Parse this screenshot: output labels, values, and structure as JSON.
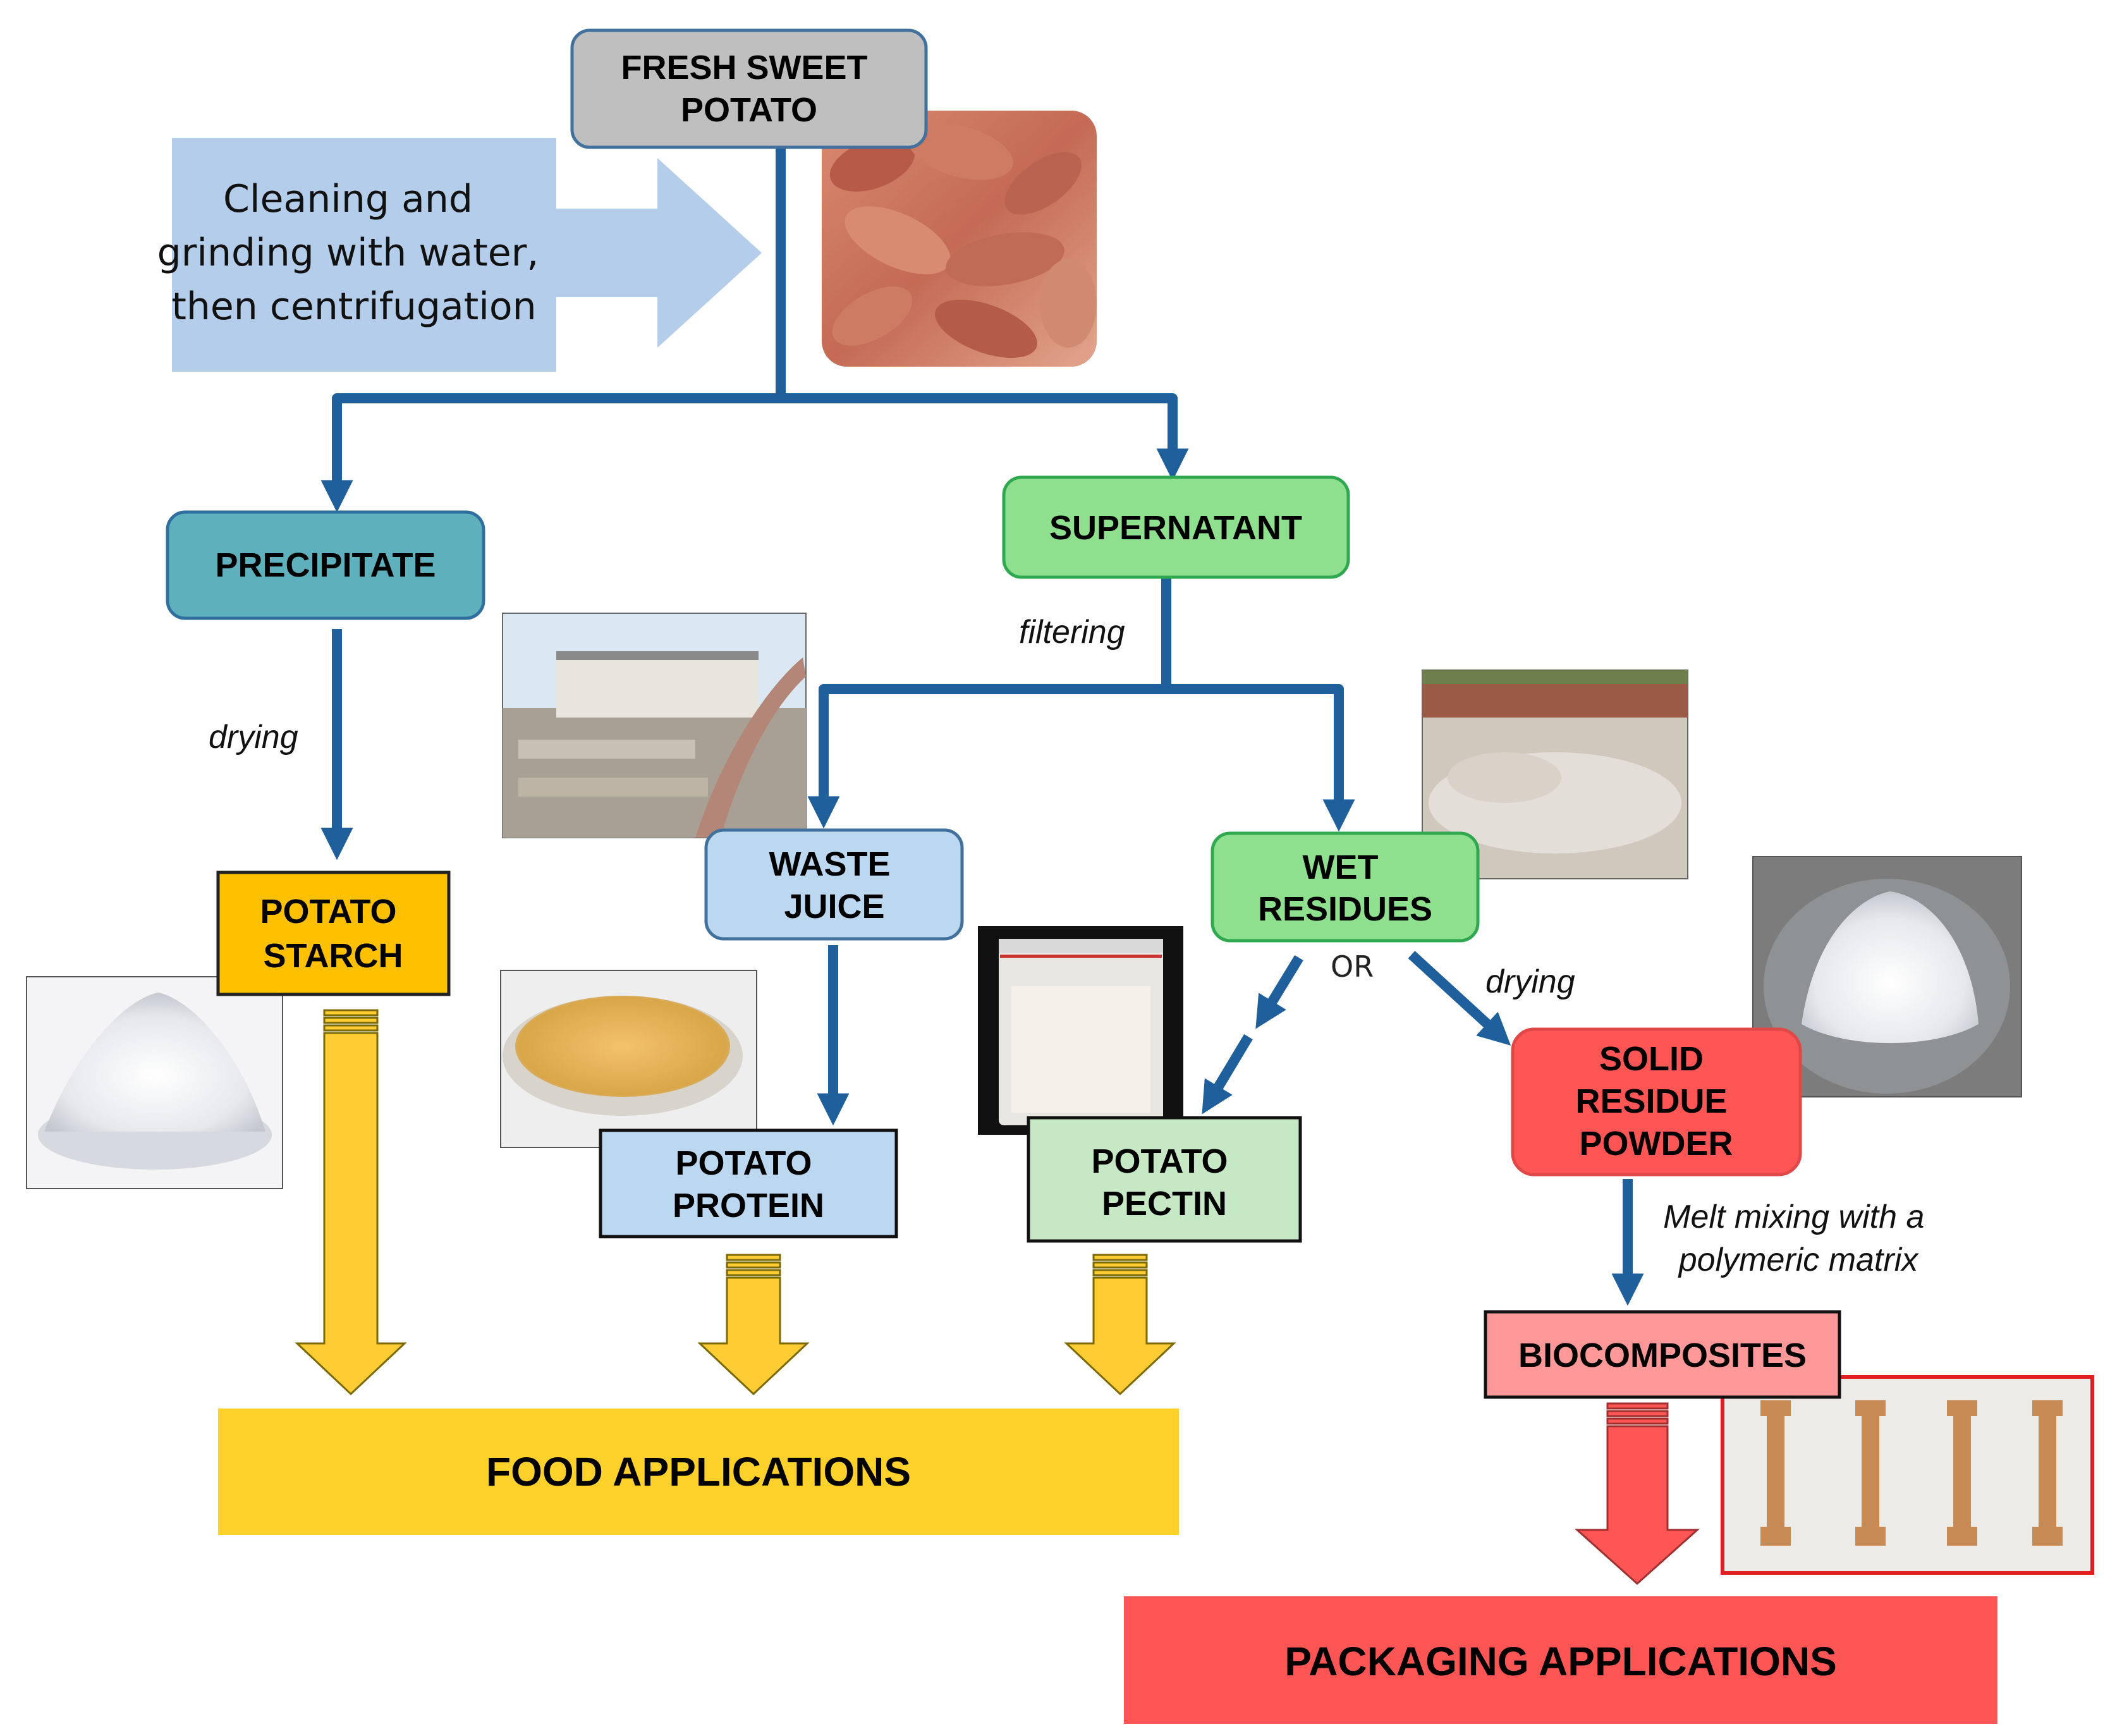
{
  "colors": {
    "flow_arrow": "#1e5f9c",
    "gray_box": "#bfbfbf",
    "teal_box": "#5fb0bd",
    "green_box": "#8ee08e",
    "light_blue_box": "#bcd7f0",
    "orange_box": "#ffc000",
    "pale_green_box": "#c6e8c4",
    "red_box": "#ff5555",
    "pink_box": "#ff9999",
    "food_banner": "#ffd12a",
    "packaging_banner": "#ff5555",
    "yellow_arrow": "#ffcc33",
    "red_arrow": "#ff5555",
    "big_blue_arrow": "#b4cdea"
  },
  "nodes": {
    "fresh_sweet_potato": [
      "FRESH SWEET",
      "POTATO"
    ],
    "precipitate": [
      "PRECIPITATE"
    ],
    "supernatant": [
      "SUPERNATANT"
    ],
    "potato_starch": [
      "POTATO",
      "STARCH"
    ],
    "waste_juice": [
      "WASTE",
      "JUICE"
    ],
    "wet_residues": [
      "WET",
      "RESIDUES"
    ],
    "potato_protein": [
      "POTATO",
      "PROTEIN"
    ],
    "potato_pectin": [
      "POTATO",
      "PECTIN"
    ],
    "solid_residue_powder": [
      "SOLID",
      "RESIDUE",
      "POWDER"
    ],
    "biocomposites": [
      "BIOCOMPOSITES"
    ],
    "food_applications": [
      "FOOD APPLICATIONS"
    ],
    "packaging_applications": [
      "PACKAGING APPLICATIONS"
    ]
  },
  "process_arrow": {
    "lines": [
      "Cleaning and",
      "grinding with water,",
      "then centrifugation"
    ]
  },
  "edge_labels": {
    "drying_left": "drying",
    "filtering": "filtering",
    "or": "OR",
    "drying_right": "drying",
    "melt_mixing": [
      "Melt mixing with a",
      "polymeric matrix"
    ]
  }
}
